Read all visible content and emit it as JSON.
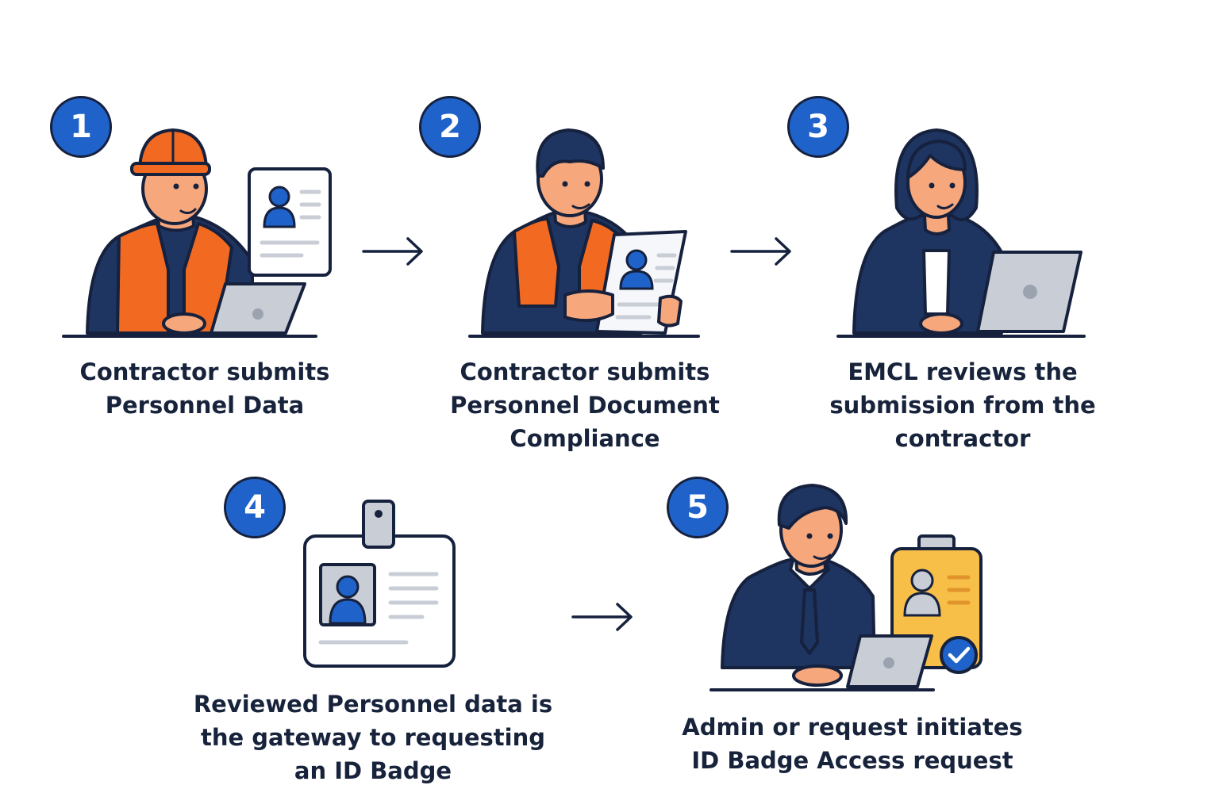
{
  "steps": [
    {
      "number": "1",
      "lines": [
        "Contractor submits",
        "Personnel Data"
      ]
    },
    {
      "number": "2",
      "lines": [
        "Contractor submits",
        "Personnel Document",
        "Compliance"
      ]
    },
    {
      "number": "3",
      "lines": [
        "EMCL reviews the",
        "submission from the",
        "contractor"
      ]
    },
    {
      "number": "4",
      "lines": [
        "Reviewed Personnel data is",
        "the gateway to requesting",
        "an ID Badge"
      ]
    },
    {
      "number": "5",
      "lines": [
        "Admin or request initiates",
        "ID Badge Access request"
      ]
    }
  ],
  "colors": {
    "badge": "#1f62c9",
    "outline": "#16213e",
    "navy": "#1e3461",
    "vest": "#f26a21",
    "skin": "#f6a77b",
    "laptop": "#c9ced6",
    "id_badge_gold": "#f7bf47",
    "check": "#1f62c9"
  },
  "icons": [
    "step-number-badge",
    "arrow-right-icon",
    "laptop-icon",
    "id-card-icon",
    "check-icon"
  ]
}
